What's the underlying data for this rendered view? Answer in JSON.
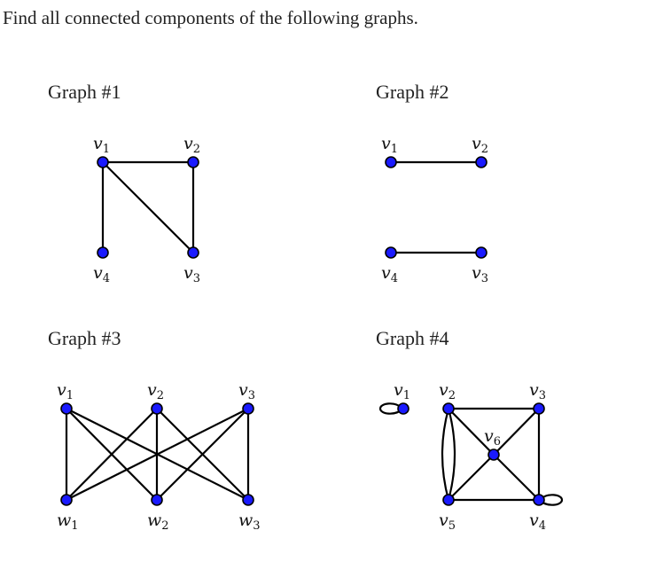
{
  "prompt": "Find all connected components of the following graphs.",
  "graphs": [
    {
      "title": "Graph #1",
      "vertices": [
        {
          "id": "v1",
          "base": "v",
          "sub": "1",
          "label_pos": "above"
        },
        {
          "id": "v2",
          "base": "v",
          "sub": "2",
          "label_pos": "above"
        },
        {
          "id": "v4",
          "base": "v",
          "sub": "4",
          "label_pos": "below"
        },
        {
          "id": "v3",
          "base": "v",
          "sub": "3",
          "label_pos": "below"
        }
      ],
      "edges": [
        [
          "v1",
          "v2"
        ],
        [
          "v1",
          "v4"
        ],
        [
          "v1",
          "v3"
        ],
        [
          "v2",
          "v3"
        ]
      ],
      "loops": []
    },
    {
      "title": "Graph #2",
      "vertices": [
        {
          "id": "v1",
          "base": "v",
          "sub": "1",
          "label_pos": "above"
        },
        {
          "id": "v2",
          "base": "v",
          "sub": "2",
          "label_pos": "above"
        },
        {
          "id": "v4",
          "base": "v",
          "sub": "4",
          "label_pos": "below"
        },
        {
          "id": "v3",
          "base": "v",
          "sub": "3",
          "label_pos": "below"
        }
      ],
      "edges": [
        [
          "v1",
          "v2"
        ],
        [
          "v4",
          "v3"
        ]
      ],
      "loops": []
    },
    {
      "title": "Graph #3",
      "vertices": [
        {
          "id": "v1",
          "base": "v",
          "sub": "1",
          "label_pos": "above"
        },
        {
          "id": "v2",
          "base": "v",
          "sub": "2",
          "label_pos": "above"
        },
        {
          "id": "v3",
          "base": "v",
          "sub": "3",
          "label_pos": "above"
        },
        {
          "id": "w1",
          "base": "w",
          "sub": "1",
          "label_pos": "below"
        },
        {
          "id": "w2",
          "base": "w",
          "sub": "2",
          "label_pos": "below"
        },
        {
          "id": "w3",
          "base": "w",
          "sub": "3",
          "label_pos": "below"
        }
      ],
      "edges": [
        [
          "v1",
          "w1"
        ],
        [
          "v1",
          "w2"
        ],
        [
          "v1",
          "w3"
        ],
        [
          "v2",
          "w1"
        ],
        [
          "v2",
          "w2"
        ],
        [
          "v2",
          "w3"
        ],
        [
          "v3",
          "w1"
        ],
        [
          "v3",
          "w2"
        ],
        [
          "v3",
          "w3"
        ]
      ],
      "loops": []
    },
    {
      "title": "Graph #4",
      "vertices": [
        {
          "id": "v1",
          "base": "v",
          "sub": "1",
          "label_pos": "above"
        },
        {
          "id": "v2",
          "base": "v",
          "sub": "2",
          "label_pos": "above"
        },
        {
          "id": "v3",
          "base": "v",
          "sub": "3",
          "label_pos": "above"
        },
        {
          "id": "v6",
          "base": "v",
          "sub": "6",
          "label_pos": "above"
        },
        {
          "id": "v5",
          "base": "v",
          "sub": "5",
          "label_pos": "below"
        },
        {
          "id": "v4",
          "base": "v",
          "sub": "4",
          "label_pos": "below"
        }
      ],
      "edges": [
        [
          "v2",
          "v3"
        ],
        [
          "v3",
          "v4"
        ],
        [
          "v5",
          "v4"
        ],
        [
          "v2",
          "v6"
        ],
        [
          "v6",
          "v4"
        ],
        [
          "v3",
          "v6"
        ],
        [
          "v6",
          "v5"
        ]
      ],
      "multi_edges": [
        [
          "v2",
          "v5"
        ]
      ],
      "loops": [
        "v1",
        "v4"
      ]
    }
  ]
}
